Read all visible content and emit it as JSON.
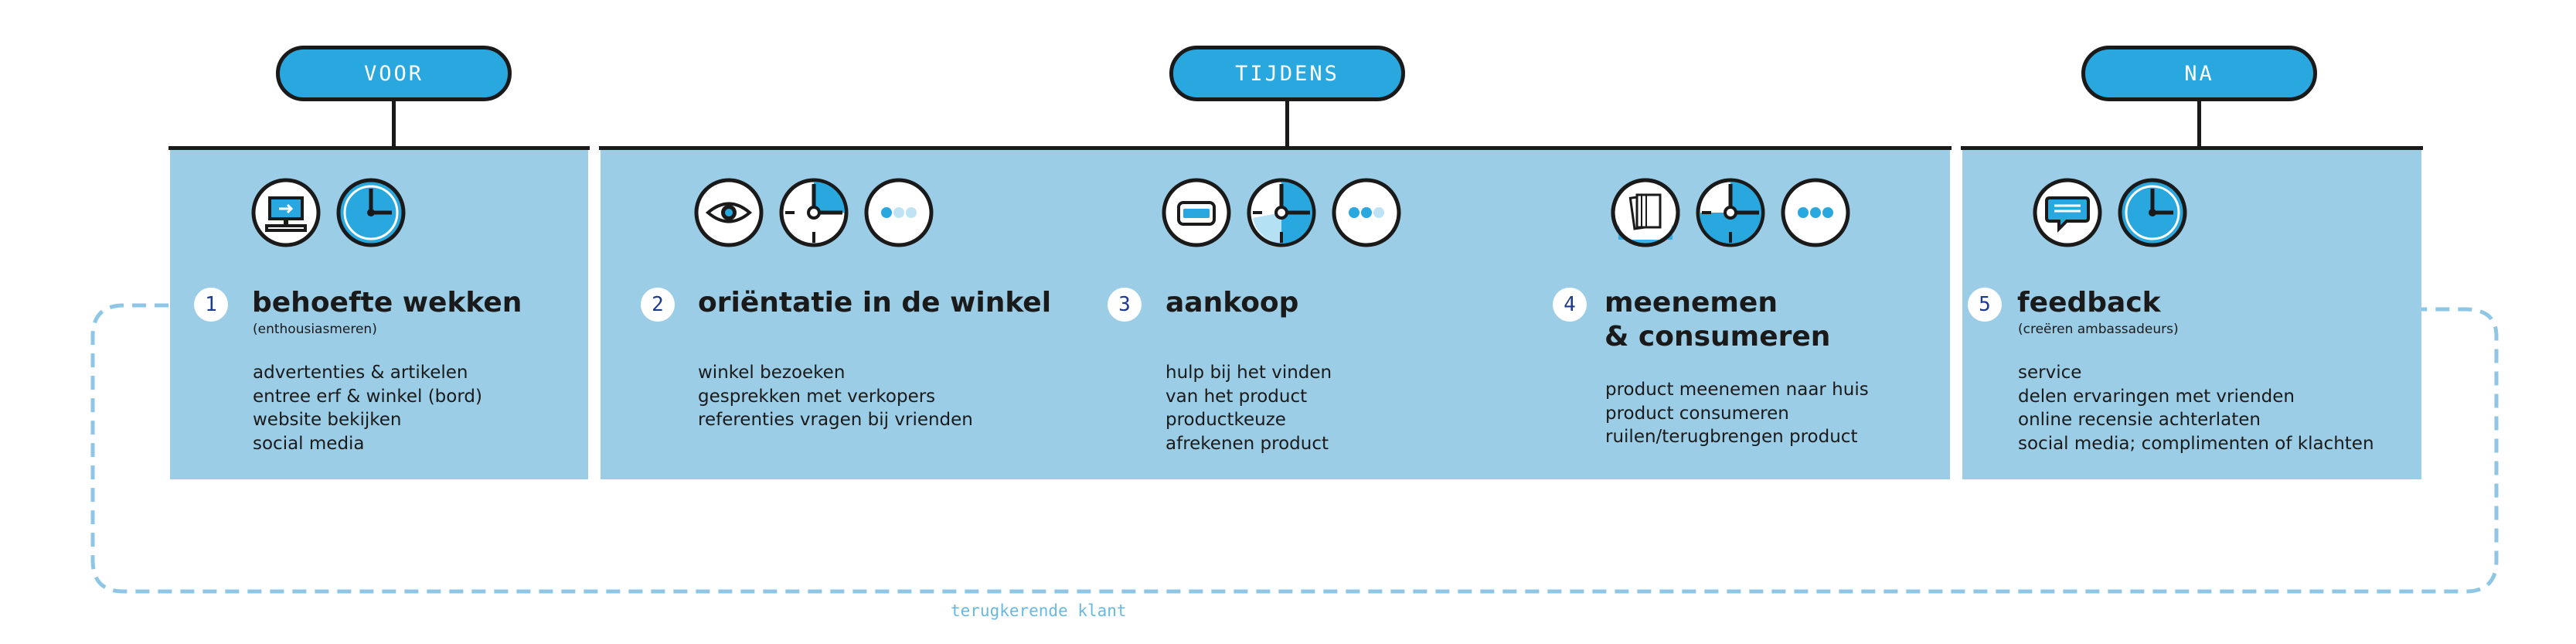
{
  "phases": {
    "voor": "VOOR",
    "tijdens": "TIJDENS",
    "na": "NA"
  },
  "steps": [
    {
      "number": "1",
      "title": "behoefte wekken",
      "subtitle": "(enthousiasmeren)",
      "items": [
        "advertenties & artikelen",
        "entree erf & winkel (bord)",
        "website bekijken",
        "social media"
      ],
      "icons": [
        "computer-screen-icon",
        "clock-icon"
      ]
    },
    {
      "number": "2",
      "title": "oriëntatie in de winkel",
      "subtitle": "",
      "items": [
        "winkel bezoeken",
        "gesprekken met verkopers",
        "referenties vragen bij vrienden"
      ],
      "icons": [
        "eye-icon",
        "clock-quarter-icon",
        "progress-dots-1-icon"
      ]
    },
    {
      "number": "3",
      "title": "aankoop",
      "subtitle": "",
      "items": [
        "hulp bij het vinden",
        "van het product",
        "productkeuze",
        "afrekenen product"
      ],
      "icons": [
        "payment-card-icon",
        "clock-half-icon",
        "progress-dots-2-icon"
      ]
    },
    {
      "number": "4",
      "title": "meenemen\n& consumeren",
      "subtitle": "",
      "items": [
        "product meenemen naar huis",
        "product consumeren",
        "ruilen/terugbrengen product"
      ],
      "icons": [
        "shopping-bag-icon",
        "clock-three-quarter-icon",
        "progress-dots-3-icon"
      ]
    },
    {
      "number": "5",
      "title": "feedback",
      "subtitle": "(creëren ambassadeurs)",
      "items": [
        "service",
        "delen ervaringen met vrienden",
        "online recensie achterlaten",
        "social media; complimenten of klachten"
      ],
      "icons": [
        "speech-bubble-icon",
        "clock-full-icon"
      ]
    }
  ],
  "footer_label": "terugkerende klant",
  "colors": {
    "accent": "#29a8e0",
    "panel": "#9bcde6",
    "outline": "#1a1a1a",
    "loop": "#8ec6e6"
  }
}
